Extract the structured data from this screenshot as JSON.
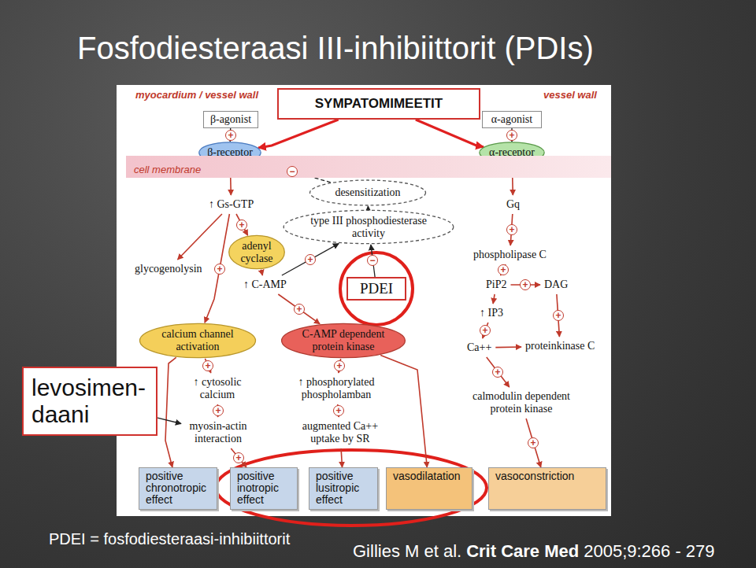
{
  "diagram": {
    "title": "Fosfodiesteraasi III-inhibiittorit (PDIs)",
    "nodes": [
      {
        "text": [
          "SYMPATOMIMEETIT"
        ]
      },
      {
        "text": [
          "β-agonist"
        ]
      },
      {
        "text": [
          "α-agonist"
        ]
      },
      {
        "text": [
          "β-receptor"
        ]
      },
      {
        "text": [
          "α-receptor"
        ]
      },
      {
        "text": [
          "cell membrane"
        ]
      },
      {
        "text": [
          "desensitization"
        ]
      },
      {
        "text": [
          "type III phosphodiesterase activity"
        ]
      },
      {
        "text": [
          "adenyl cyclase"
        ]
      },
      {
        "text": [
          "PDEI"
        ]
      },
      {
        "text": [
          "↑ Gs-GTP"
        ]
      },
      {
        "text": [
          "glycogenolysin"
        ]
      },
      {
        "text": [
          "↑ C-AMP"
        ]
      },
      {
        "text": [
          "Gq"
        ]
      },
      {
        "text": [
          "phospholipase C"
        ]
      },
      {
        "text": [
          "PiP2"
        ]
      },
      {
        "text": [
          "DAG"
        ]
      },
      {
        "text": [
          "↑ IP3"
        ]
      },
      {
        "text": [
          "proteinkinase C"
        ]
      },
      {
        "text": [
          "Ca++"
        ]
      },
      {
        "text": [
          "calcium channel activation"
        ]
      },
      {
        "text": [
          "C-AMP dependent protein kinase"
        ]
      },
      {
        "text": [
          "↑ cytosolic calcium"
        ]
      },
      {
        "text": [
          "↑ phosphorylated phospholamban"
        ]
      },
      {
        "text": [
          "calmodulin dependent protein kinase"
        ]
      },
      {
        "text": [
          "myosin-actin interaction"
        ]
      },
      {
        "text": [
          "augmented Ca++ uptake by SR"
        ]
      },
      {
        "text": [
          "positive chronotropic effect"
        ]
      },
      {
        "text": [
          "positive inotropic effect"
        ]
      },
      {
        "text": [
          "positive lusitropic effect"
        ]
      },
      {
        "text": [
          "vasodilatation"
        ]
      },
      {
        "text": [
          "vasoconstriction"
        ]
      },
      {
        "text": [
          "levosimen- daani"
        ]
      }
    ],
    "edges": [
      {
        "from": 1,
        "to": 3,
        "arrow": "to"
      },
      {
        "from": 2,
        "to": 4,
        "arrow": "to"
      },
      {
        "from": 0,
        "to": 3,
        "arrow": "to"
      },
      {
        "from": 0,
        "to": 4,
        "arrow": "to"
      },
      {
        "from": 3,
        "to": 10,
        "arrow": "to"
      },
      {
        "from": 4,
        "to": 13,
        "arrow": "to"
      },
      {
        "from": 10,
        "to": 8,
        "arrow": "to"
      },
      {
        "from": 8,
        "to": 12,
        "arrow": "to"
      },
      {
        "from": 10,
        "to": 11,
        "arrow": "to"
      },
      {
        "from": 10,
        "to": 20,
        "arrow": "to"
      },
      {
        "from": 12,
        "to": 7,
        "arrow": "to"
      },
      {
        "from": 7,
        "to": 6,
        "arrow": "to"
      },
      {
        "from": 6,
        "to": 3,
        "arrow": "to"
      },
      {
        "from": 9,
        "to": 7,
        "arrow": "to"
      },
      {
        "from": 12,
        "to": 21,
        "arrow": "to"
      },
      {
        "from": 21,
        "to": 23,
        "arrow": "to"
      },
      {
        "from": 23,
        "to": 26,
        "arrow": "to"
      },
      {
        "from": 26,
        "to": 29,
        "arrow": "to"
      },
      {
        "from": 21,
        "to": 30,
        "arrow": "to"
      },
      {
        "from": 20,
        "to": 22,
        "arrow": "to"
      },
      {
        "from": 22,
        "to": 25,
        "arrow": "to"
      },
      {
        "from": 25,
        "to": 28,
        "arrow": "to"
      },
      {
        "from": 20,
        "to": 27,
        "arrow": "to"
      },
      {
        "from": 13,
        "to": 14,
        "arrow": "to"
      },
      {
        "from": 14,
        "to": 15,
        "arrow": "to"
      },
      {
        "from": 15,
        "to": 16,
        "arrow": "to"
      },
      {
        "from": 15,
        "to": 17,
        "arrow": "to"
      },
      {
        "from": 17,
        "to": 19,
        "arrow": "to"
      },
      {
        "from": 19,
        "to": 18,
        "arrow": "to"
      },
      {
        "from": 16,
        "to": 18,
        "arrow": "to"
      },
      {
        "from": 19,
        "to": 24,
        "arrow": "to"
      },
      {
        "from": 24,
        "to": 31,
        "arrow": "to"
      },
      {
        "from": 32,
        "to": 25,
        "arrow": "to"
      }
    ],
    "labels": [
      "myocardium / vessel wall",
      "vessel wall",
      "+",
      "+",
      "−",
      "+",
      "+",
      "−",
      "+",
      "+",
      "+",
      "+",
      "+",
      "+",
      "+",
      "+",
      "+",
      "+",
      "+",
      "+",
      "+",
      "+",
      "PDEI = fosfodiesteraasi-inhibiittorit",
      "Gillies M et al.",
      "Crit Care Med",
      "2005;9:266 - 279"
    ]
  }
}
